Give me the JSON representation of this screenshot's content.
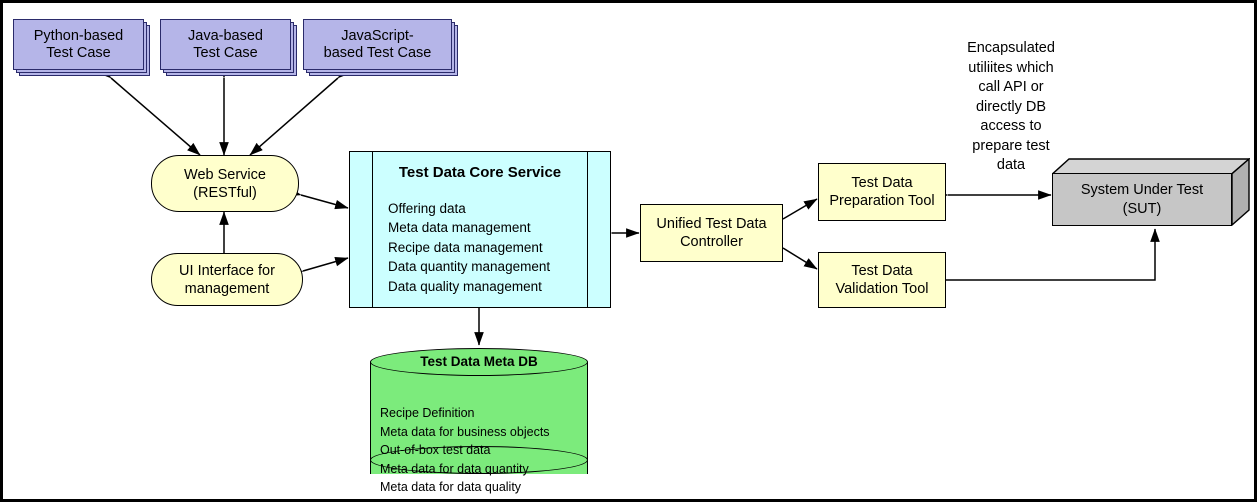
{
  "diagram": {
    "title": "Test Data Service Architecture",
    "background": "#ffffff",
    "border_color": "#000000",
    "colors": {
      "test_case": "#b5b5e8",
      "service_yellow": "#ffffcc",
      "core_cyan": "#ccffff",
      "database_green": "#7ceb7c",
      "sut_gray": "#c6c6c6",
      "stroke": "#000000"
    }
  },
  "test_cases": [
    {
      "label": "Python-based\nTest Case"
    },
    {
      "label": "Java-based\nTest Case"
    },
    {
      "label": "JavaScript-\nbased Test Case"
    }
  ],
  "interfaces": [
    {
      "label": "Web Service\n(RESTful)"
    },
    {
      "label": "UI Interface for\nmanagement"
    }
  ],
  "core_service": {
    "title": "Test Data Core Service",
    "items": [
      "Offering data",
      "Meta data management",
      "Recipe data management",
      "Data quantity management",
      "Data quality management"
    ]
  },
  "controller": {
    "label": "Unified Test Data\nController"
  },
  "tools": [
    {
      "label": "Test Data\nPreparation Tool"
    },
    {
      "label": "Test Data\nValidation Tool"
    }
  ],
  "database": {
    "title": "Test Data Meta DB",
    "items": [
      "Recipe Definition",
      "Meta data for business objects",
      "Out-of-box test data",
      "Meta data for data quantity",
      "Meta data for data quality"
    ]
  },
  "sut": {
    "label": "System Under Test\n(SUT)"
  },
  "annotation": {
    "text": "Encapsulated\nutiliites which\ncall API or\ndirectly DB\naccess to\nprepare test\ndata"
  }
}
